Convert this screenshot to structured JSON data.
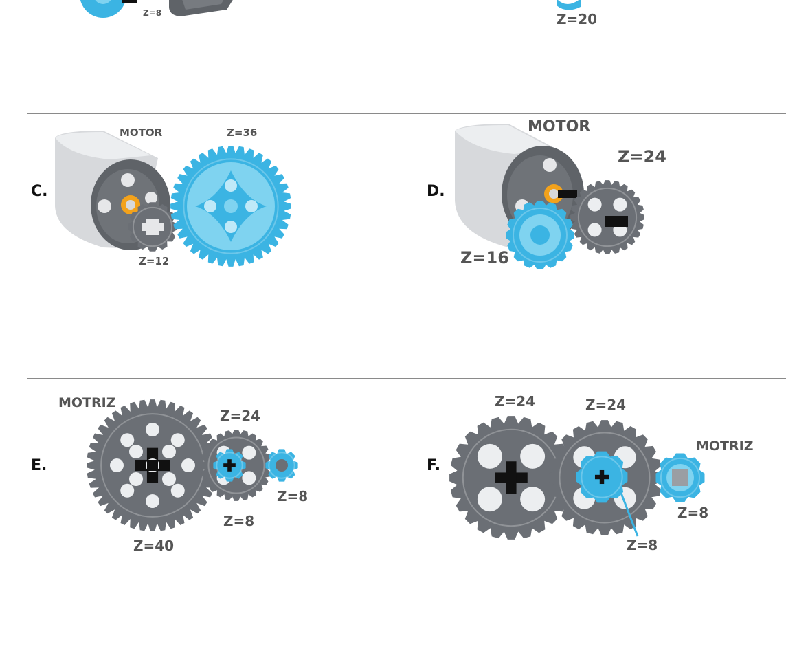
{
  "colors": {
    "gear_gray": "#6b6f75",
    "gear_gray_light": "#8c9096",
    "gear_blue": "#3bb4e3",
    "gear_blue_light": "#7fd3f0",
    "motor_white": "#d7d9dc",
    "motor_dark": "#5f6368",
    "bushing_orange": "#f3a21b",
    "axle_black": "#111111",
    "divider": "#8a8a8a",
    "label_text": "#555555"
  },
  "top": {
    "labels": {
      "z8": "Z=8",
      "z20": "Z=20"
    }
  },
  "panels": {
    "c": {
      "letter": "C.",
      "motor_label": "MOTOR",
      "big_gear_label": "Z=36",
      "small_gear_label": "Z=12"
    },
    "d": {
      "letter": "D.",
      "motor_label": "MOTOR",
      "gray_gear_label": "Z=24",
      "blue_gear_label": "Z=16"
    },
    "e": {
      "letter": "E.",
      "driver_label": "MOTRIZ",
      "big_gear_label": "Z=40",
      "mid_gear_label": "Z=24",
      "mid_small_label": "Z=8",
      "right_small_label": "Z=8"
    },
    "f": {
      "letter": "F.",
      "left_gear_label": "Z=24",
      "mid_gear_label": "Z=24",
      "driver_label": "MOTRIZ",
      "mid_small_label": "Z=8",
      "driver_small_label": "Z=8"
    }
  },
  "icons": {
    "motor": "motor-icon",
    "gear": "gear-icon"
  }
}
